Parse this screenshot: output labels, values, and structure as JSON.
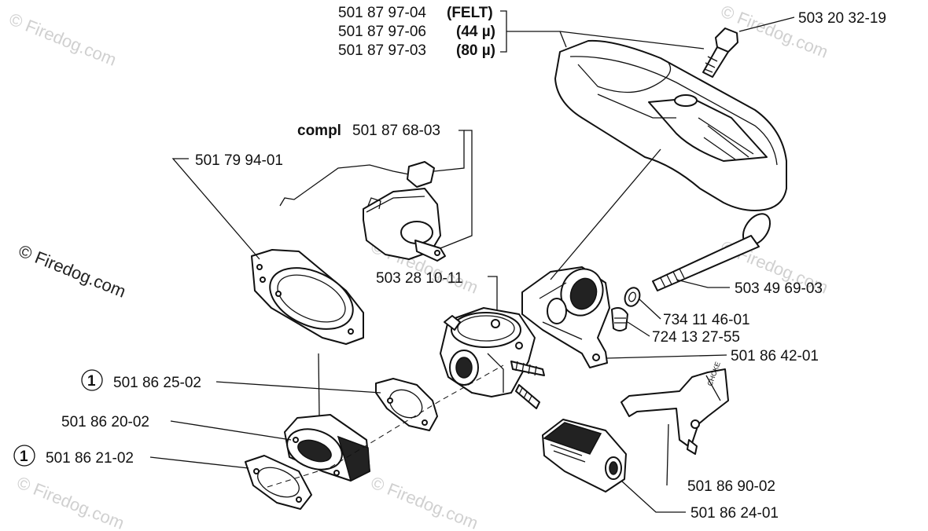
{
  "watermark": "© Firedog.com",
  "labels": {
    "felt": "501 87 97-04",
    "felt_tag": "(FELT)",
    "mesh44": "501 87 97-06",
    "mesh44_tag": "(44 µ)",
    "mesh80": "501 87 97-03",
    "mesh80_tag": "(80 µ)",
    "screw_top": "503 20 32-19",
    "compl_word": "compl",
    "compl_part": "501 87 68-03",
    "gasket_plate": "501 79 94-01",
    "carburetor": "503 28 10-11",
    "long_bolt": "503 49 69-03",
    "washer": "734 11 46-01",
    "screw_small": "724 13 27-55",
    "holder": "501 86 42-01",
    "gasket1": "501 86 25-02",
    "intake": "501 86 20-02",
    "gasket2": "501 86 21-02",
    "choke": "501 86 90-02",
    "filter_block": "501 86 24-01",
    "circle_mark": "1"
  }
}
